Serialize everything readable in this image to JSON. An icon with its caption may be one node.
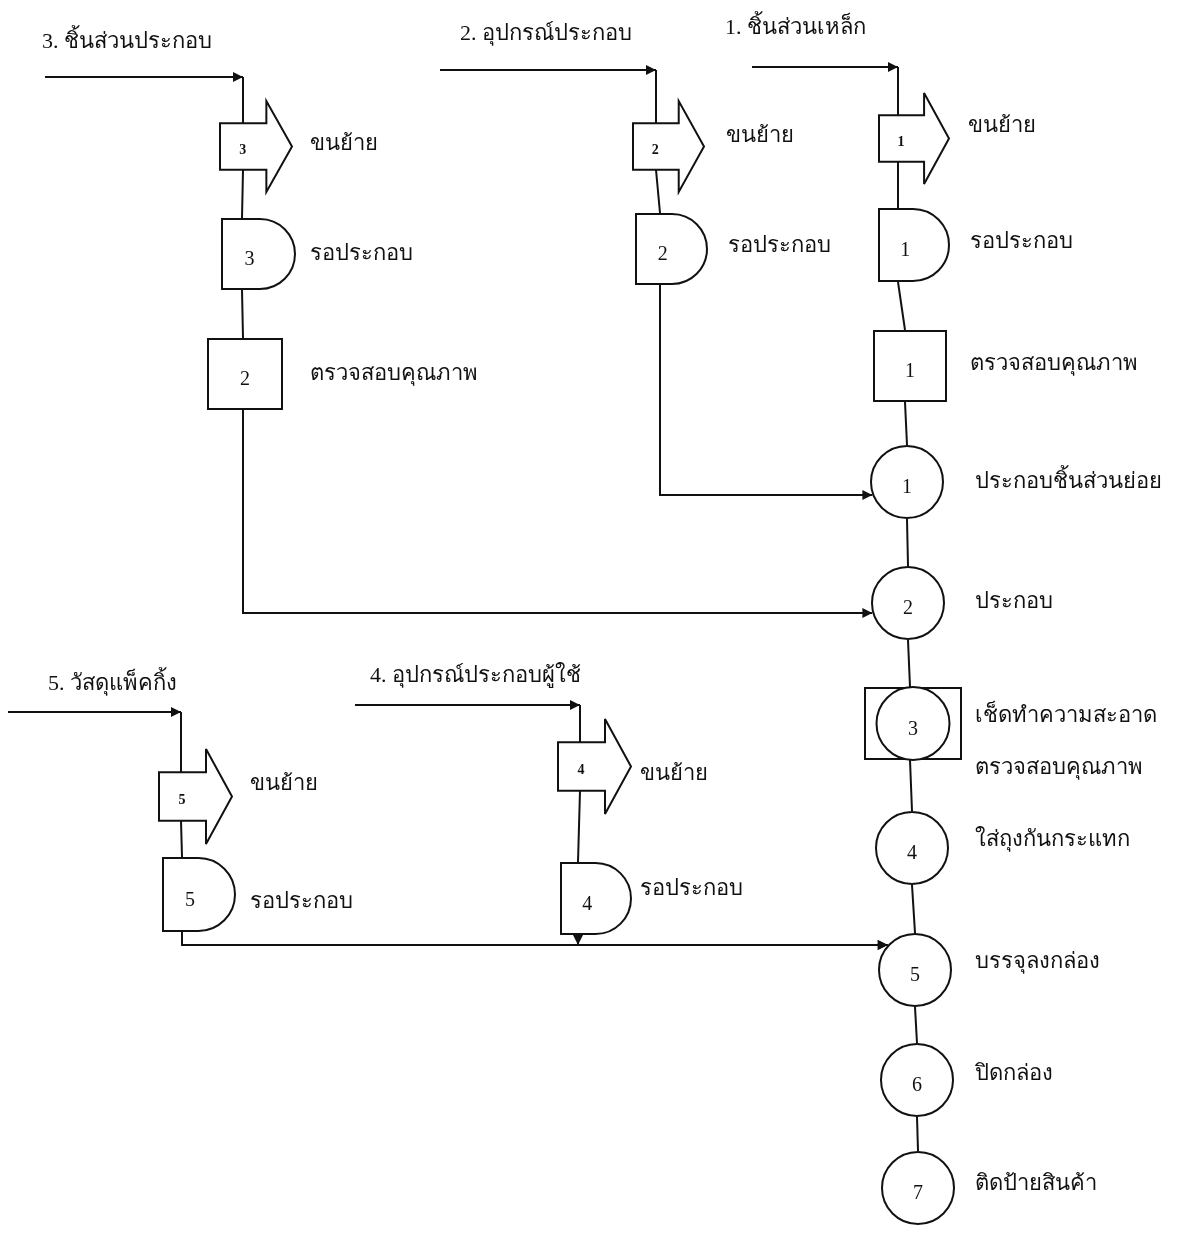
{
  "diagram": {
    "nodes": [
      {
        "text": [
          "3"
        ],
        "beside": [
          "ขนย้าย"
        ]
      },
      {
        "text": [
          "3"
        ],
        "beside": [
          "รอประกอบ"
        ]
      },
      {
        "text": [
          "2"
        ],
        "beside": [
          "ตรวจสอบคุณภาพ"
        ]
      },
      {
        "text": [
          "2"
        ],
        "beside": [
          "ขนย้าย"
        ]
      },
      {
        "text": [
          "2"
        ],
        "beside": [
          "รอประกอบ"
        ]
      },
      {
        "text": [
          "1"
        ],
        "beside": [
          "ขนย้าย"
        ]
      },
      {
        "text": [
          "1"
        ],
        "beside": [
          "รอประกอบ"
        ]
      },
      {
        "text": [
          "1"
        ],
        "beside": [
          "ตรวจสอบคุณภาพ"
        ]
      },
      {
        "text": [
          "1"
        ],
        "beside": [
          "ประกอบชิ้นส่วนย่อย"
        ]
      },
      {
        "text": [
          "2"
        ],
        "beside": [
          "ประกอบ"
        ]
      },
      {
        "text": [
          "3"
        ],
        "beside": [
          "เช็ดทำความสะอาด",
          "ตรวจสอบคุณภาพ"
        ]
      },
      {
        "text": [
          "4"
        ],
        "beside": [
          "ใส่ถุงกันกระแทก"
        ]
      },
      {
        "text": [
          "5"
        ],
        "beside": [
          "บรรจุลงกล่อง"
        ]
      },
      {
        "text": [
          "6"
        ],
        "beside": [
          "ปิดกล่อง"
        ]
      },
      {
        "text": [
          "7"
        ],
        "beside": [
          "ติดป้ายสินค้า"
        ]
      },
      {
        "text": [
          "5"
        ],
        "beside": [
          "ขนย้าย"
        ]
      },
      {
        "text": [
          "5"
        ],
        "beside": [
          "รอประกอบ"
        ]
      },
      {
        "text": [
          "4"
        ],
        "beside": [
          "ขนย้าย"
        ]
      },
      {
        "text": [
          "4"
        ],
        "beside": [
          "รอประกอบ"
        ]
      }
    ],
    "edges": [
      {
        "from": null,
        "to": 0,
        "arrow": "to"
      },
      {
        "from": 0,
        "to": 1,
        "arrow": "none"
      },
      {
        "from": 1,
        "to": 2,
        "arrow": "none"
      },
      {
        "from": 2,
        "to": 9,
        "arrow": "to"
      },
      {
        "from": null,
        "to": 3,
        "arrow": "to"
      },
      {
        "from": 3,
        "to": 4,
        "arrow": "none"
      },
      {
        "from": 4,
        "to": 8,
        "arrow": "to"
      },
      {
        "from": null,
        "to": 5,
        "arrow": "to"
      },
      {
        "from": 5,
        "to": 6,
        "arrow": "none"
      },
      {
        "from": 6,
        "to": 7,
        "arrow": "none"
      },
      {
        "from": 7,
        "to": 8,
        "arrow": "none"
      },
      {
        "from": 8,
        "to": 9,
        "arrow": "none"
      },
      {
        "from": 9,
        "to": 10,
        "arrow": "none"
      },
      {
        "from": 10,
        "to": 11,
        "arrow": "none"
      },
      {
        "from": 11,
        "to": 12,
        "arrow": "none"
      },
      {
        "from": 12,
        "to": 13,
        "arrow": "none"
      },
      {
        "from": 13,
        "to": 14,
        "arrow": "none"
      },
      {
        "from": null,
        "to": 15,
        "arrow": "to"
      },
      {
        "from": 15,
        "to": 16,
        "arrow": "none"
      },
      {
        "from": 16,
        "to": 12,
        "arrow": "to"
      },
      {
        "from": null,
        "to": 17,
        "arrow": "to"
      },
      {
        "from": 17,
        "to": 18,
        "arrow": "none"
      },
      {
        "from": 18,
        "to": 12,
        "arrow": "to"
      }
    ],
    "labels": [
      "3. ชิ้นส่วนประกอบ",
      "2. อุปกรณ์ประกอบ",
      "1. ชิ้นส่วนเหล็ก",
      "5. วัสดุแพ็คกิ้ง",
      "4. อุปกรณ์ประกอบผู้ใช้"
    ]
  }
}
